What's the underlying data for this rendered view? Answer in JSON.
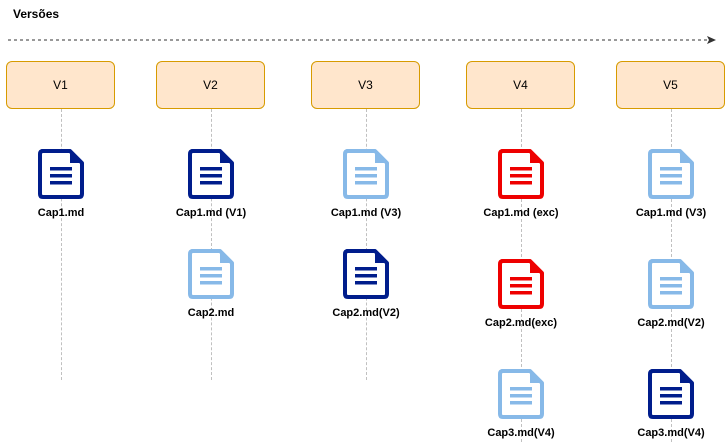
{
  "title": "Versões",
  "versions": [
    {
      "label": "V1",
      "docs": [
        {
          "label": "Cap1.md",
          "style": "dark",
          "icon": "document-icon"
        }
      ]
    },
    {
      "label": "V2",
      "docs": [
        {
          "label": "Cap1.md (V1)",
          "style": "dark",
          "icon": "document-icon"
        },
        {
          "label": "Cap2.md",
          "style": "light",
          "icon": "document-icon"
        }
      ]
    },
    {
      "label": "V3",
      "docs": [
        {
          "label": "Cap1.md (V3)",
          "style": "light",
          "icon": "document-icon"
        },
        {
          "label": "Cap2.md(V2)",
          "style": "dark",
          "icon": "document-icon"
        }
      ]
    },
    {
      "label": "V4",
      "docs": [
        {
          "label": "Cap1.md (exc)",
          "style": "red",
          "icon": "document-icon"
        },
        {
          "label": "Cap2.md(exc)",
          "style": "red",
          "icon": "document-icon"
        },
        {
          "label": "Cap3.md(V4)",
          "style": "light",
          "icon": "document-icon"
        }
      ]
    },
    {
      "label": "V5",
      "docs": [
        {
          "label": "Cap1.md (V3)",
          "style": "light",
          "icon": "document-icon"
        },
        {
          "label": "Cap2.md(V2)",
          "style": "light",
          "icon": "document-icon"
        },
        {
          "label": "Cap3.md(V4)",
          "style": "dark",
          "icon": "document-icon"
        }
      ]
    }
  ],
  "colors": {
    "dark": "#001d8c",
    "light": "#87b9e8",
    "red": "#ee0000",
    "box_fill": "#ffe6cc",
    "box_border": "#d79b00"
  }
}
